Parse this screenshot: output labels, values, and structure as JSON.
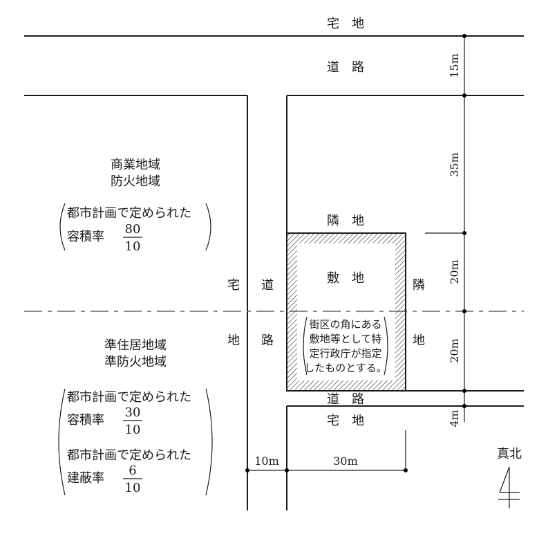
{
  "labels": {
    "top_lot": "宅　地",
    "top_road": "道　路",
    "neighbor_top": "隣　地",
    "site": "敷　地",
    "neighbor_right_1": "隣",
    "neighbor_right_2": "地",
    "left_lot_1": "宅",
    "left_lot_2": "地",
    "left_road_1": "道",
    "left_road_2": "路",
    "bottom_road": "道　路",
    "bottom_lot": "宅　地",
    "north": "真北"
  },
  "zones": {
    "commercial": {
      "line1": "商業地域",
      "line2": "防火地域",
      "far_label": "都市計画で定められた",
      "far_name": "容積率",
      "far_num": "80",
      "far_den": "10"
    },
    "residential": {
      "line1": "準住居地域",
      "line2": "準防火地域",
      "far_label": "都市計画で定められた",
      "far_name": "容積率",
      "far_num": "30",
      "far_den": "10",
      "bcr_label": "都市計画で定められた",
      "bcr_name": "建蔽率",
      "bcr_num": "6",
      "bcr_den": "10"
    }
  },
  "corner_note": [
    "街区の角にある",
    "敷地等として特",
    "定行政庁が指定",
    "したものとする。"
  ],
  "dimensions": {
    "top_road": "15m",
    "neighbor_depth": "35m",
    "site_upper": "20m",
    "site_lower": "20m",
    "bottom_road": "4m",
    "left_road": "10m",
    "site_width": "30m"
  }
}
